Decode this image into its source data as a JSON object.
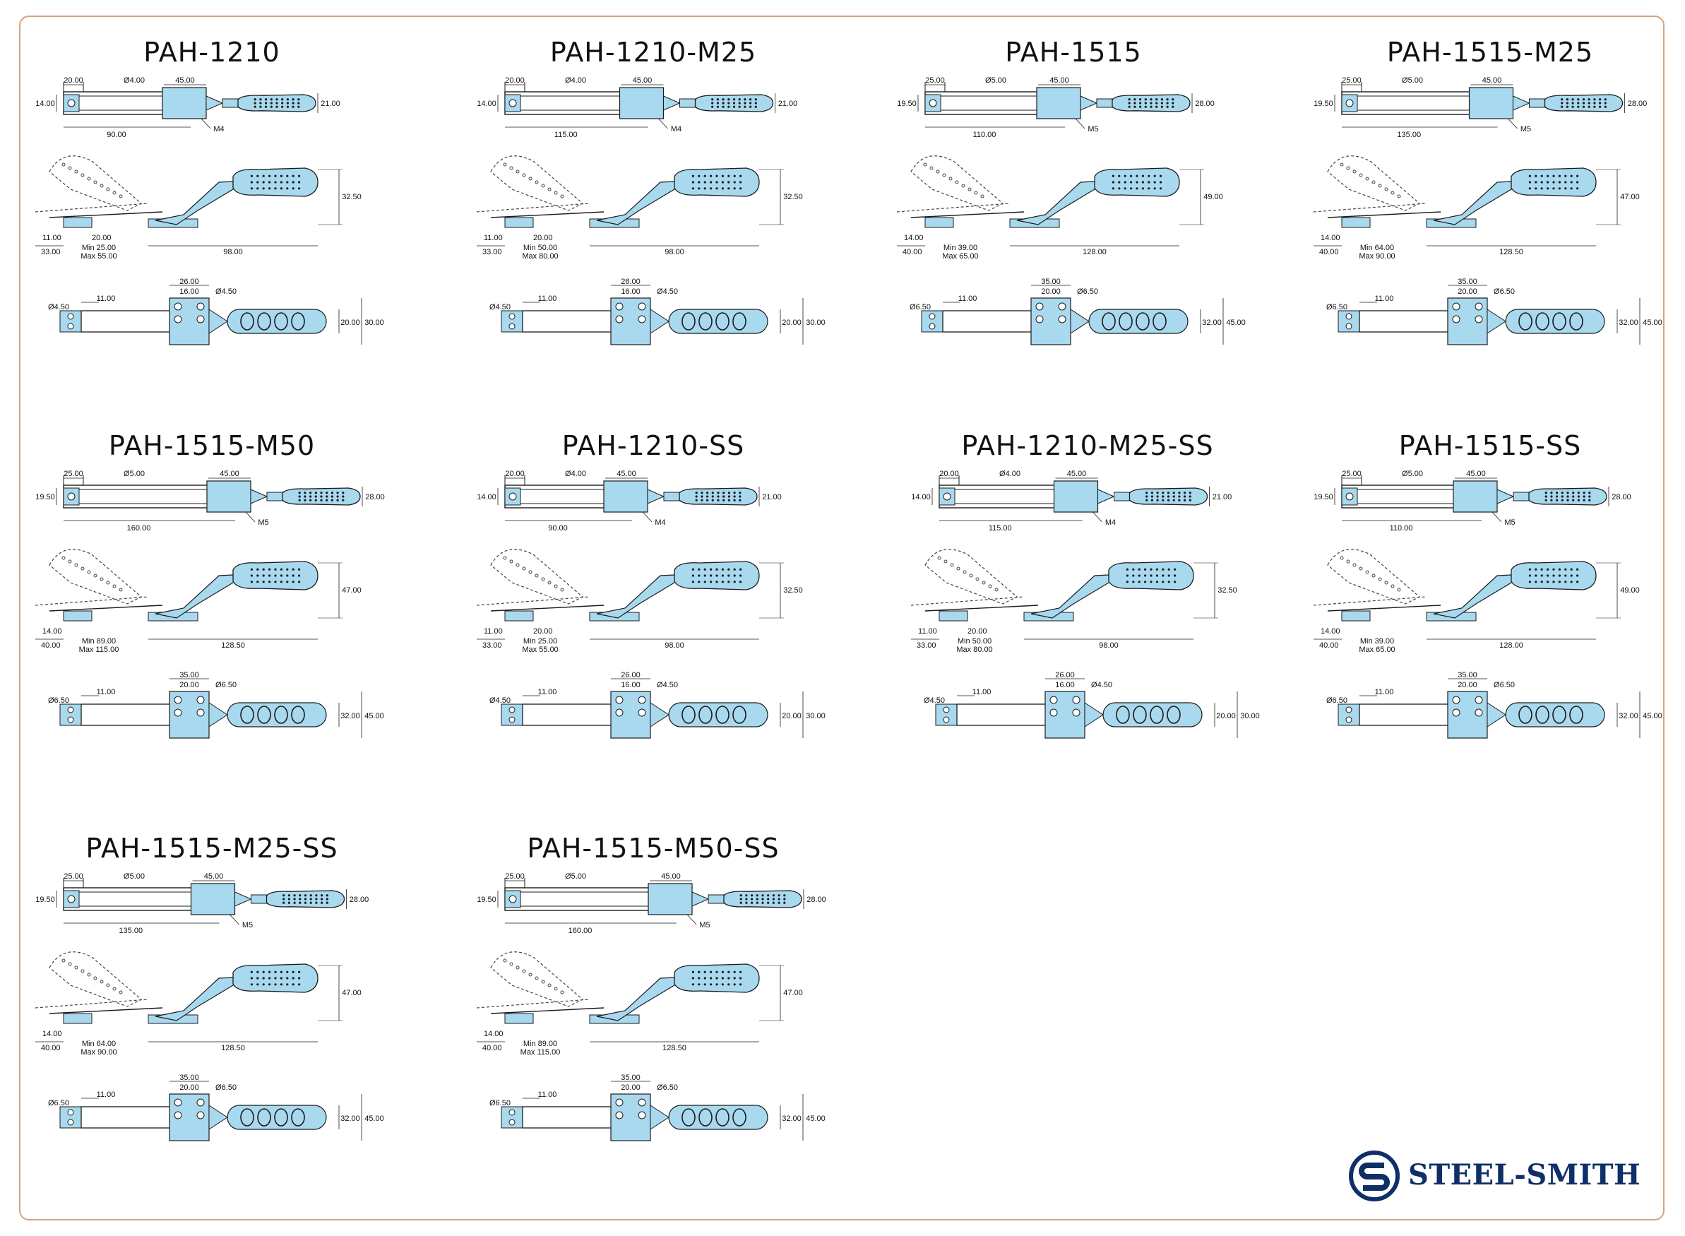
{
  "brand": {
    "name": "STEEL-SMITH",
    "color": "#0f2f66"
  },
  "colors": {
    "part_fill": "#a9d9ef",
    "line": "#1b1b1b",
    "frame": "#d9a27e",
    "dashed": "#444444"
  },
  "clamps": [
    {
      "id": "p1",
      "title": "PAH-1210",
      "top": {
        "a": "20.00",
        "dia": "Ø4.00",
        "b": "45.00",
        "h": "14.00",
        "r": "21.00",
        "len": "90.00",
        "thread": "M4"
      },
      "side": {
        "h": "32.50",
        "a": "11.00",
        "b": "20.00",
        "c": "33.00",
        "min": "Min 25.00",
        "max": "Max 55.00",
        "len": "98.00"
      },
      "bot": {
        "dia1": "Ø4.50",
        "a": "11.00",
        "b": "26.00",
        "c": "16.00",
        "dia2": "Ø4.50",
        "w1": "20.00",
        "w2": "30.00"
      }
    },
    {
      "id": "p2",
      "title": "PAH-1210-M25",
      "top": {
        "a": "20.00",
        "dia": "Ø4.00",
        "b": "45.00",
        "h": "14.00",
        "r": "21.00",
        "len": "115.00",
        "thread": "M4"
      },
      "side": {
        "h": "32.50",
        "a": "11.00",
        "b": "20.00",
        "c": "33.00",
        "min": "Min 50.00",
        "max": "Max 80.00",
        "len": "98.00"
      },
      "bot": {
        "dia1": "Ø4.50",
        "a": "11.00",
        "b": "26.00",
        "c": "16.00",
        "dia2": "Ø4.50",
        "w1": "20.00",
        "w2": "30.00"
      }
    },
    {
      "id": "p3",
      "title": "PAH-1515",
      "top": {
        "a": "25.00",
        "dia": "Ø5.00",
        "b": "45.00",
        "h": "19.50",
        "r": "28.00",
        "len": "110.00",
        "thread": "M5"
      },
      "side": {
        "h": "49.00",
        "a": "14.00",
        "b": "",
        "c": "40.00",
        "min": "Min 39.00",
        "max": "Max 65.00",
        "len": "128.00"
      },
      "bot": {
        "dia1": "Ø6.50",
        "a": "11.00",
        "b": "35.00",
        "c": "20.00",
        "dia2": "Ø6.50",
        "w1": "32.00",
        "w2": "45.00"
      }
    },
    {
      "id": "p4",
      "title": "PAH-1515-M25",
      "top": {
        "a": "25.00",
        "dia": "Ø5.00",
        "b": "45.00",
        "h": "19.50",
        "r": "28.00",
        "len": "135.00",
        "thread": "M5"
      },
      "side": {
        "h": "47.00",
        "a": "14.00",
        "b": "",
        "c": "40.00",
        "min": "Min 64.00",
        "max": "Max 90.00",
        "len": "128.50"
      },
      "bot": {
        "dia1": "Ø6.50",
        "a": "11.00",
        "b": "35.00",
        "c": "20.00",
        "dia2": "Ø6.50",
        "w1": "32.00",
        "w2": "45.00"
      }
    },
    {
      "id": "p5",
      "title": "PAH-1515-M50",
      "top": {
        "a": "25.00",
        "dia": "Ø5.00",
        "b": "45.00",
        "h": "19.50",
        "r": "28.00",
        "len": "160.00",
        "thread": "M5"
      },
      "side": {
        "h": "47.00",
        "a": "14.00",
        "b": "",
        "c": "40.00",
        "min": "Min 89.00",
        "max": "Max 115.00",
        "len": "128.50"
      },
      "bot": {
        "dia1": "Ø6.50",
        "a": "11.00",
        "b": "35.00",
        "c": "20.00",
        "dia2": "Ø6.50",
        "w1": "32.00",
        "w2": "45.00"
      }
    },
    {
      "id": "p6",
      "title": "PAH-1210-SS",
      "top": {
        "a": "20.00",
        "dia": "Ø4.00",
        "b": "45.00",
        "h": "14.00",
        "r": "21.00",
        "len": "90.00",
        "thread": "M4"
      },
      "side": {
        "h": "32.50",
        "a": "11.00",
        "b": "20.00",
        "c": "33.00",
        "min": "Min 25.00",
        "max": "Max 55.00",
        "len": "98.00"
      },
      "bot": {
        "dia1": "Ø4.50",
        "a": "11.00",
        "b": "26.00",
        "c": "16.00",
        "dia2": "Ø4.50",
        "w1": "20.00",
        "w2": "30.00"
      }
    },
    {
      "id": "p7",
      "title": "PAH-1210-M25-SS",
      "top": {
        "a": "20.00",
        "dia": "Ø4.00",
        "b": "45.00",
        "h": "14.00",
        "r": "21.00",
        "len": "115.00",
        "thread": "M4"
      },
      "side": {
        "h": "32.50",
        "a": "11.00",
        "b": "20.00",
        "c": "33.00",
        "min": "Min 50.00",
        "max": "Max 80.00",
        "len": "98.00"
      },
      "bot": {
        "dia1": "Ø4.50",
        "a": "11.00",
        "b": "26.00",
        "c": "16.00",
        "dia2": "Ø4.50",
        "w1": "20.00",
        "w2": "30.00"
      }
    },
    {
      "id": "p8",
      "title": "PAH-1515-SS",
      "top": {
        "a": "25.00",
        "dia": "Ø5.00",
        "b": "45.00",
        "h": "19.50",
        "r": "28.00",
        "len": "110.00",
        "thread": "M5"
      },
      "side": {
        "h": "49.00",
        "a": "14.00",
        "b": "",
        "c": "40.00",
        "min": "Min 39.00",
        "max": "Max 65.00",
        "len": "128.00"
      },
      "bot": {
        "dia1": "Ø6.50",
        "a": "11.00",
        "b": "35.00",
        "c": "20.00",
        "dia2": "Ø6.50",
        "w1": "32.00",
        "w2": "45.00"
      }
    },
    {
      "id": "p9",
      "title": "PAH-1515-M25-SS",
      "top": {
        "a": "25.00",
        "dia": "Ø5.00",
        "b": "45.00",
        "h": "19.50",
        "r": "28.00",
        "len": "135.00",
        "thread": "M5"
      },
      "side": {
        "h": "47.00",
        "a": "14.00",
        "b": "",
        "c": "40.00",
        "min": "Min 64.00",
        "max": "Max 90.00",
        "len": "128.50"
      },
      "bot": {
        "dia1": "Ø6.50",
        "a": "11.00",
        "b": "35.00",
        "c": "20.00",
        "dia2": "Ø6.50",
        "w1": "32.00",
        "w2": "45.00"
      }
    },
    {
      "id": "p10",
      "title": "PAH-1515-M50-SS",
      "top": {
        "a": "25.00",
        "dia": "Ø5.00",
        "b": "45.00",
        "h": "19.50",
        "r": "28.00",
        "len": "160.00",
        "thread": "M5"
      },
      "side": {
        "h": "47.00",
        "a": "14.00",
        "b": "",
        "c": "40.00",
        "min": "Min 89.00",
        "max": "Max 115.00",
        "len": "128.50"
      },
      "bot": {
        "dia1": "Ø6.50",
        "a": "11.00",
        "b": "35.00",
        "c": "20.00",
        "dia2": "Ø6.50",
        "w1": "32.00",
        "w2": "45.00"
      }
    }
  ]
}
